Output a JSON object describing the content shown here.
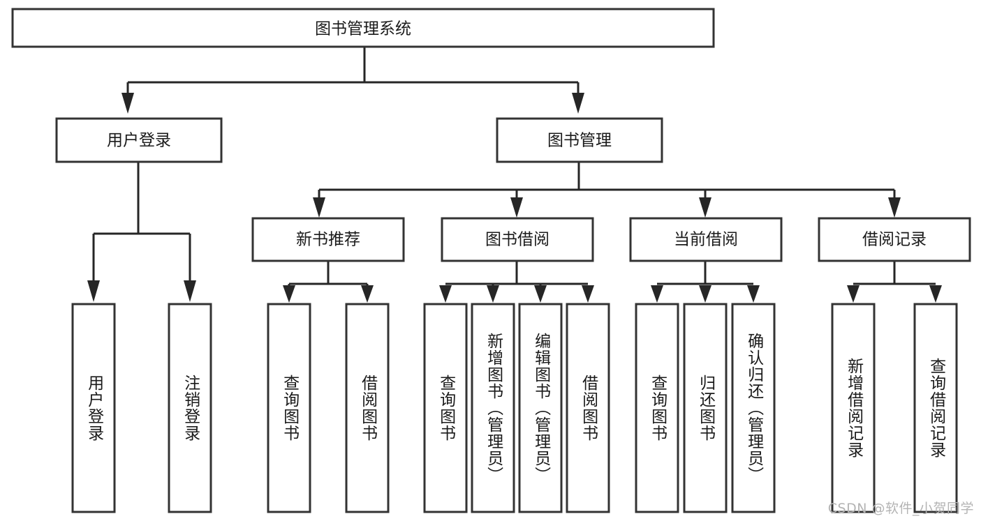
{
  "diagram": {
    "title": "图书管理系统",
    "type": "tree",
    "orientation": "top-down",
    "colors": {
      "box_stroke": "#333333",
      "box_fill": "#ffffff",
      "connector": "#262626",
      "text": "#1a1a1a",
      "watermark": "#b4b4b4",
      "background": "#ffffff"
    },
    "levels": {
      "root": {
        "label": "图书管理系统"
      },
      "level2": [
        {
          "label": "用户登录"
        },
        {
          "label": "图书管理"
        }
      ],
      "level3": [
        {
          "label": "新书推荐"
        },
        {
          "label": "图书借阅"
        },
        {
          "label": "当前借阅"
        },
        {
          "label": "借阅记录"
        }
      ],
      "leaves": {
        "user_login": [
          {
            "label": "用户登录"
          },
          {
            "label": "注销登录"
          }
        ],
        "new_book_recommend": [
          {
            "label": "查询图书"
          },
          {
            "label": "借阅图书"
          }
        ],
        "book_borrow": [
          {
            "label": "查询图书"
          },
          {
            "label": "新增图书（管理员）"
          },
          {
            "label": "编辑图书（管理员）"
          },
          {
            "label": "借阅图书"
          }
        ],
        "current_borrow": [
          {
            "label": "查询图书"
          },
          {
            "label": "归还图书"
          },
          {
            "label": "确认归还（管理员）"
          }
        ],
        "borrow_record": [
          {
            "label": "新增借阅记录"
          },
          {
            "label": "查询借阅记录"
          }
        ]
      }
    }
  },
  "watermark": {
    "text": "CSDN @软件_小贺同学"
  }
}
